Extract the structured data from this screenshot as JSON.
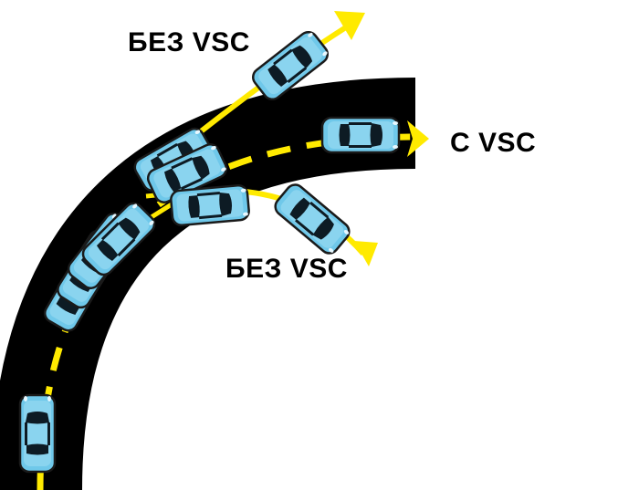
{
  "labels": {
    "without_vsc_top": "БЕЗ VSC",
    "with_vsc": "С VSC",
    "without_vsc_bottom": "БЕЗ VSC"
  },
  "colors": {
    "road": "#000000",
    "lane_line": "#ffea00",
    "trajectory": "#ffea00",
    "car_body": "#6fc8ea",
    "car_outline": "#1a1a1a",
    "car_glass": "#0d1b24",
    "background": "#ffffff"
  },
  "icons": {
    "car": "car-top-view-icon",
    "arrow": "arrow-icon"
  }
}
